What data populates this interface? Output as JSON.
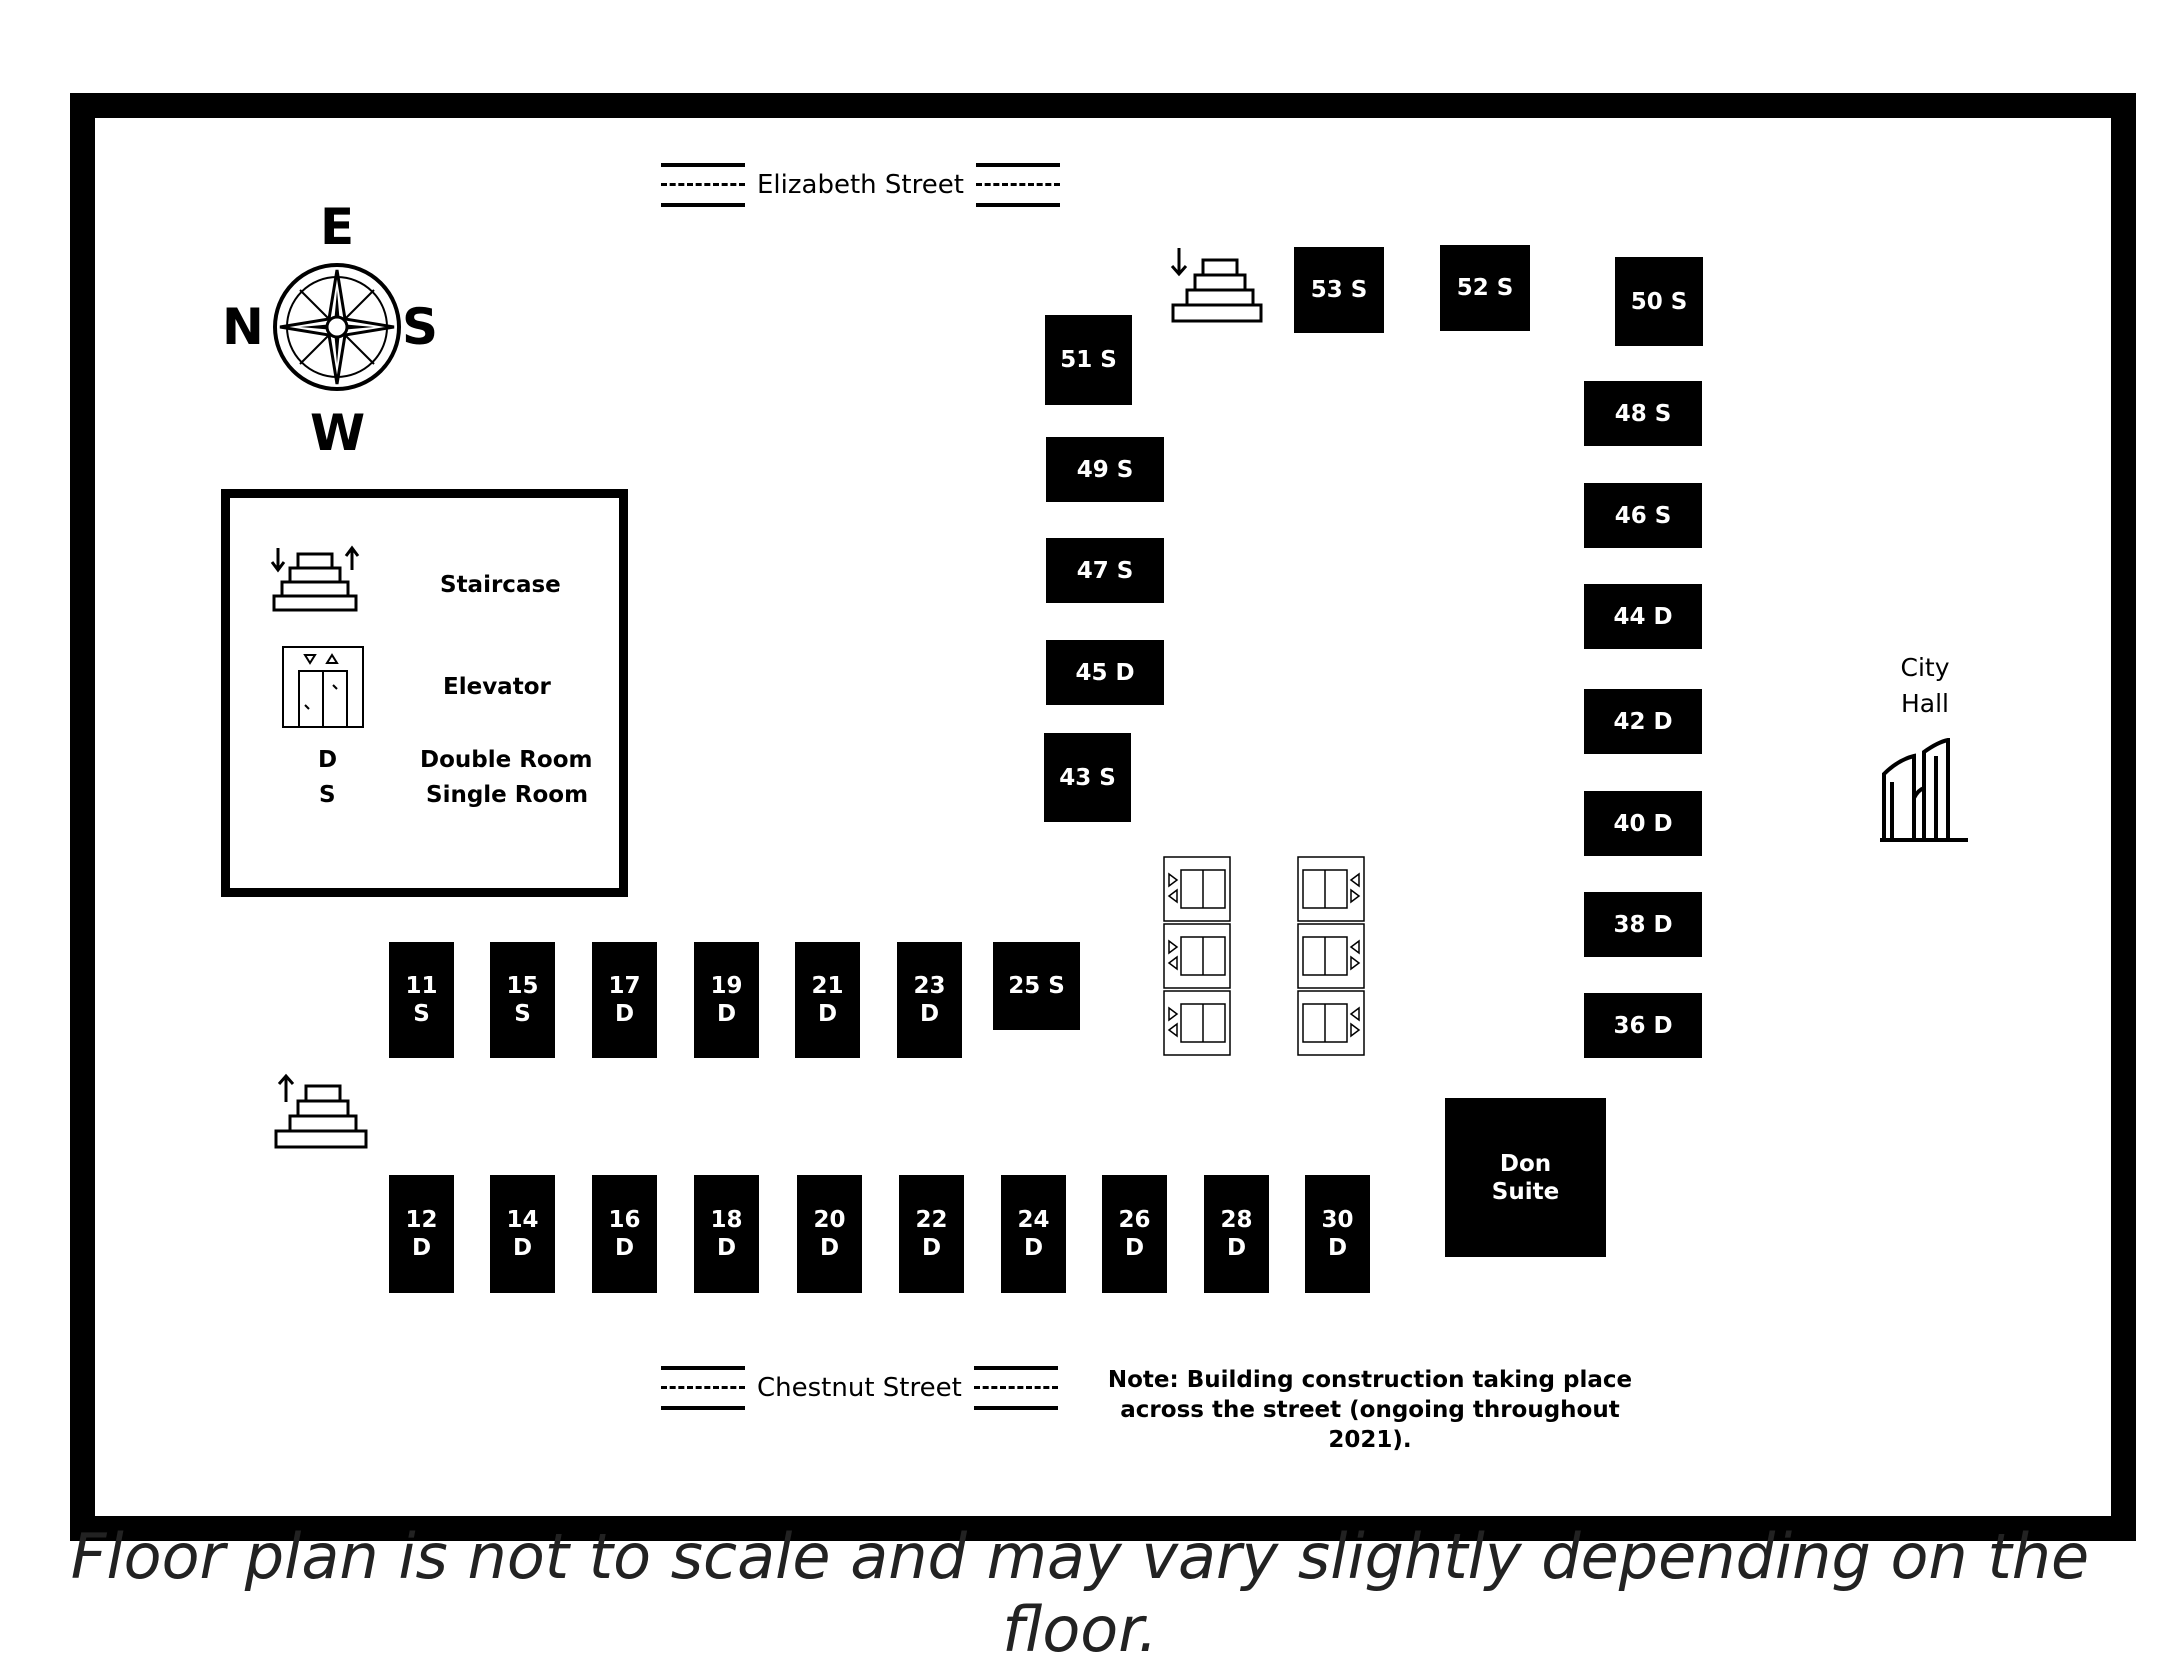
{
  "streets": {
    "north": "Elizabeth Street",
    "south": "Chestnut Street"
  },
  "compass": {
    "top": "E",
    "left": "N",
    "right": "S",
    "bottom": "W"
  },
  "legend": {
    "staircase": "Staircase",
    "elevator": "Elevator",
    "double_code": "D",
    "double_label": "Double Room",
    "single_code": "S",
    "single_label": "Single Room"
  },
  "rooms": {
    "r53": "53 S",
    "r52": "52 S",
    "r50": "50 S",
    "r51": "51 S",
    "r49": "49 S",
    "r47": "47 S",
    "r45": "45 D",
    "r43": "43 S",
    "r48": "48 S",
    "r46": "46 S",
    "r44": "44 D",
    "r42": "42 D",
    "r40": "40 D",
    "r38": "38 D",
    "r36": "36 D",
    "r11": [
      "11",
      "S"
    ],
    "r15": [
      "15",
      "S"
    ],
    "r17": [
      "17",
      "D"
    ],
    "r19": [
      "19",
      "D"
    ],
    "r21": [
      "21",
      "D"
    ],
    "r23": [
      "23",
      "D"
    ],
    "r25": "25 S",
    "r12": [
      "12",
      "D"
    ],
    "r14": [
      "14",
      "D"
    ],
    "r16": [
      "16",
      "D"
    ],
    "r18": [
      "18",
      "D"
    ],
    "r20": [
      "20",
      "D"
    ],
    "r22": [
      "22",
      "D"
    ],
    "r24": [
      "24",
      "D"
    ],
    "r26": [
      "26",
      "D"
    ],
    "r28": [
      "28",
      "D"
    ],
    "r30": [
      "30",
      "D"
    ],
    "don": [
      "Don",
      "Suite"
    ]
  },
  "landmark": [
    "City",
    "Hall"
  ],
  "note": [
    "Note: Building construction taking place",
    "across the street (ongoing throughout 2021)."
  ],
  "caption": "Floor plan is not to scale and may vary slightly depending on the floor."
}
